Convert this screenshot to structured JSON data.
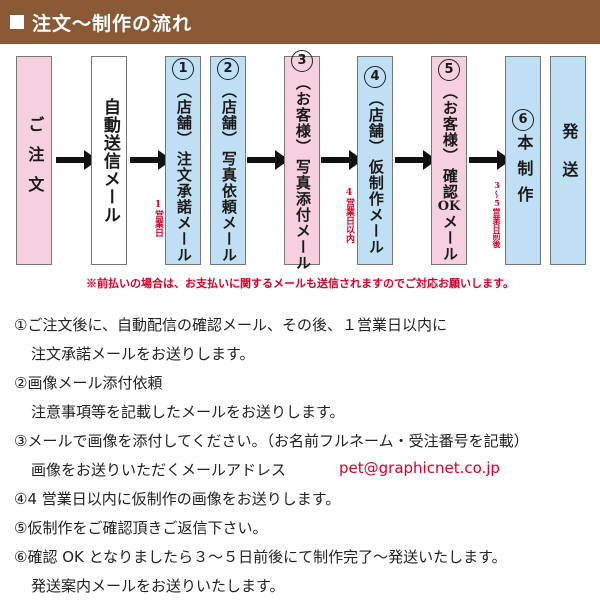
{
  "header": {
    "title": "注文～制作の流れ"
  },
  "flow": {
    "step1": {
      "label": "ご注文",
      "color": "#f6cfe0"
    },
    "step2": {
      "label": "自動送信メール",
      "color": "#ffffff"
    },
    "step3": {
      "number": "1",
      "actor": "（店舗）",
      "label": "注文承諾メール",
      "color": "#bfe0f4"
    },
    "step4": {
      "number": "2",
      "actor": "（店舗）",
      "label": "写真依頼メール",
      "color": "#bfe0f4"
    },
    "step5": {
      "number": "3",
      "actor": "（お客様）",
      "label": "写真添付メール",
      "color": "#f6cfe0"
    },
    "step6": {
      "number": "4",
      "actor": "（店舗）",
      "label": "仮制作メール",
      "color": "#bfe0f4"
    },
    "step7": {
      "number": "5",
      "actor": "（お客様）",
      "label1": "確",
      "label2": "認",
      "label3": "OK",
      "label4": "メール",
      "color": "#f6cfe0"
    },
    "step8": {
      "number": "6",
      "label": "本制作",
      "color": "#bfe0f4"
    },
    "step9": {
      "label": "発送",
      "color": "#bfe0f4"
    },
    "note1": "1営業日",
    "note2": "4営業日以内",
    "note3": "3～5営業日前後"
  },
  "notice": "※前払いの場合は、お支払いに関するメールも送信されますのでご対応お願いします。",
  "steps": {
    "line1": "①ご注文後に、自動配信の確認メール、その後、１営業日以内に",
    "line2": "注文承諾メールをお送りします。",
    "line3": "②画像メール添付依頼",
    "line4": "注意事項等を記載したメールをお送りします。",
    "line5": "③メールで画像を添付してください。（お名前フルネーム・受注番号を記載）",
    "line6": "画像をお送りいただくメールアドレス",
    "email": "pet@graphicnet.co.jp",
    "line7": "④4 営業日以内に仮制作の画像をお送りします。",
    "line8": "⑤仮制作をご確認頂きご返信下さい。",
    "line9": "⑥確認 OK となりましたら３～５日前後にて制作完了～発送いたします。",
    "line10": "発送案内メールをお送りいたします。"
  },
  "colors": {
    "header": "#8a5a36",
    "pink": "#f6cfe0",
    "blue": "#bfe0f4",
    "red": "#d7002a"
  }
}
